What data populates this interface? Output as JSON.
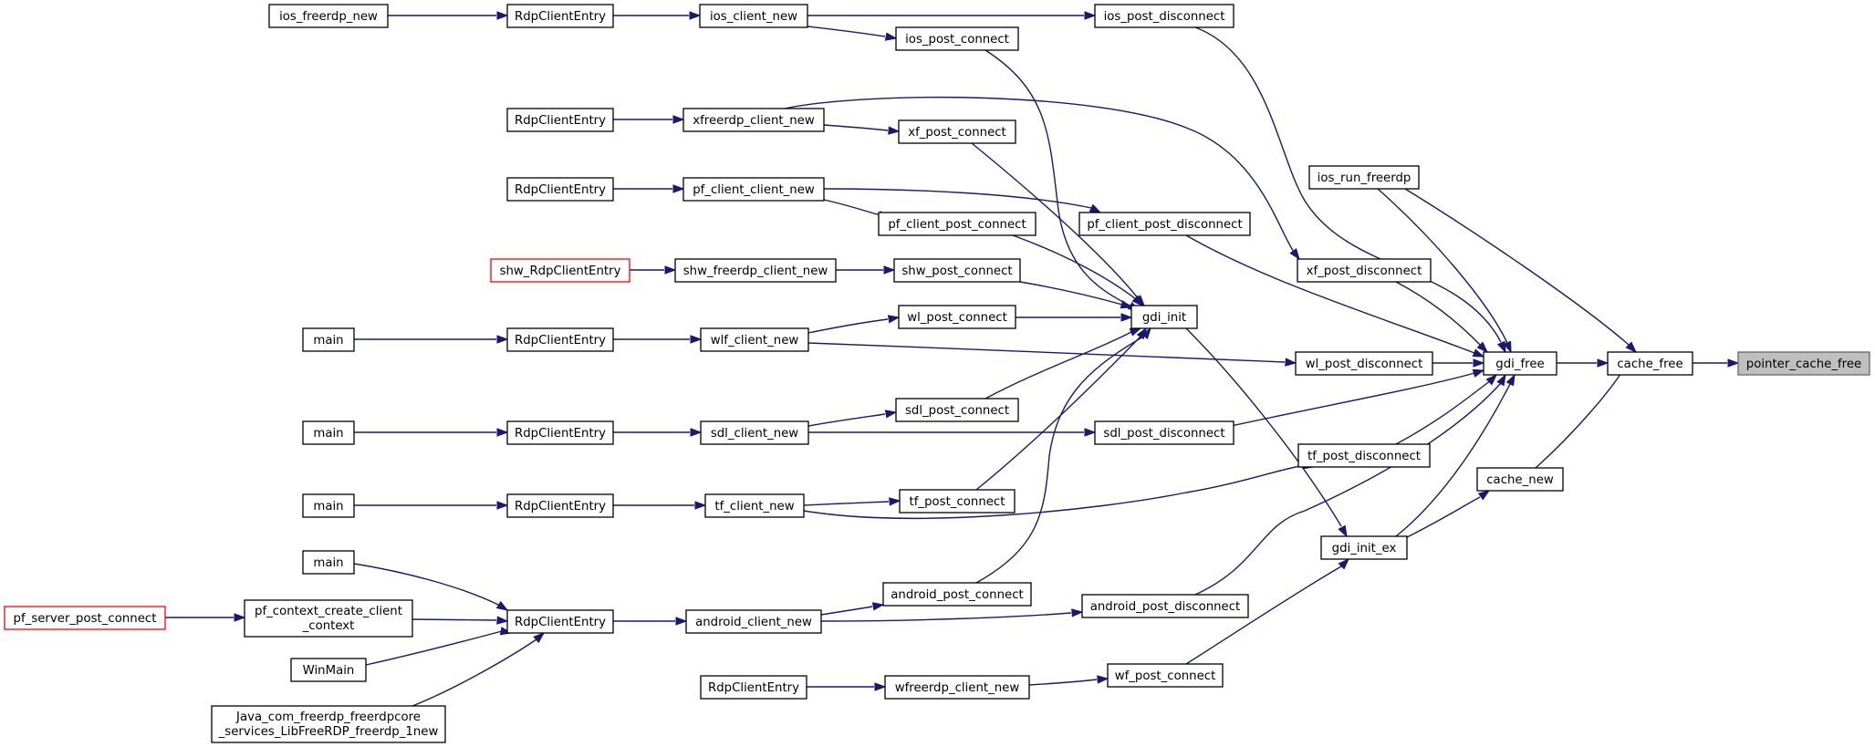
{
  "graph": {
    "root": "pointer_cache_free",
    "colors": {
      "edge": "#191970",
      "node_border": "#000000",
      "entry_border": "#ff0000",
      "root_fill": "#bfbfbf"
    },
    "nodes": {
      "pointer_cache_free": "pointer_cache_free",
      "cache_free": "cache_free",
      "gdi_free": "gdi_free",
      "ios_run_freerdp": "ios_run_freerdp",
      "cache_new": "cache_new",
      "gdi_init_ex": "gdi_init_ex",
      "gdi_init": "gdi_init",
      "ios_post_disconnect": "ios_post_disconnect",
      "pf_client_post_disconnect": "pf_client_post_disconnect",
      "xf_post_disconnect": "xf_post_disconnect",
      "wl_post_disconnect": "wl_post_disconnect",
      "sdl_post_disconnect": "sdl_post_disconnect",
      "tf_post_disconnect": "tf_post_disconnect",
      "android_post_disconnect": "android_post_disconnect",
      "wf_post_connect": "wf_post_connect",
      "ios_post_connect": "ios_post_connect",
      "xf_post_connect": "xf_post_connect",
      "pf_client_post_connect": "pf_client_post_connect",
      "shw_post_connect": "shw_post_connect",
      "wl_post_connect": "wl_post_connect",
      "sdl_post_connect": "sdl_post_connect",
      "tf_post_connect": "tf_post_connect",
      "android_post_connect": "android_post_connect",
      "wfreerdp_client_new": "wfreerdp_client_new",
      "ios_client_new": "ios_client_new",
      "xfreerdp_client_new": "xfreerdp_client_new",
      "pf_client_client_new": "pf_client_client_new",
      "shw_freerdp_client_new": "shw_freerdp_client_new",
      "wlf_client_new": "wlf_client_new",
      "sdl_client_new": "sdl_client_new",
      "tf_client_new": "tf_client_new",
      "android_client_new": "android_client_new",
      "entry_ios": "RdpClientEntry",
      "entry_xf": "RdpClientEntry",
      "entry_pf": "RdpClientEntry",
      "shw_RdpClientEntry": "shw_RdpClientEntry",
      "entry_wl": "RdpClientEntry",
      "entry_sdl": "RdpClientEntry",
      "entry_tf": "RdpClientEntry",
      "entry_android": "RdpClientEntry",
      "entry_wf": "RdpClientEntry",
      "ios_freerdp_new": "ios_freerdp_new",
      "main_wl": "main",
      "main_sdl": "main",
      "main_tf": "main",
      "main_android": "main",
      "pf_context_create_client_context_l1": "pf_context_create_client",
      "pf_context_create_client_context_l2": "_context",
      "WinMain": "WinMain",
      "java_l1": "Java_com_freerdp_freerdpcore",
      "java_l2": "_services_LibFreeRDP_freerdp_1new",
      "pf_server_post_connect": "pf_server_post_connect"
    }
  }
}
